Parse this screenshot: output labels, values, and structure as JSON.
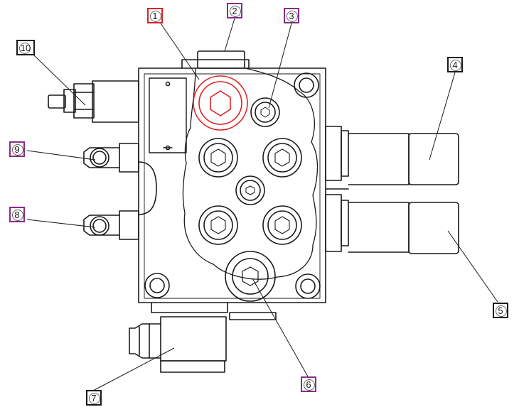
{
  "callouts": [
    {
      "id": "1",
      "label": "1",
      "color": "#e02020"
    },
    {
      "id": "2",
      "label": "2",
      "color": "#8a2c8a"
    },
    {
      "id": "3",
      "label": "3",
      "color": "#8a2c8a"
    },
    {
      "id": "4",
      "label": "4",
      "color": "#1a1a1a"
    },
    {
      "id": "5",
      "label": "5",
      "color": "#1a1a1a"
    },
    {
      "id": "6",
      "label": "6",
      "color": "#8a2c8a"
    },
    {
      "id": "7",
      "label": "7",
      "color": "#1a1a1a"
    },
    {
      "id": "8",
      "label": "8",
      "color": "#8a2c8a"
    },
    {
      "id": "9",
      "label": "9",
      "color": "#8a2c8a"
    },
    {
      "id": "10",
      "label": "10",
      "color": "#1a1a1a"
    }
  ],
  "colors": {
    "line": "#1a1a1a",
    "highlight": "#e02020",
    "purple": "#8a2c8a"
  }
}
